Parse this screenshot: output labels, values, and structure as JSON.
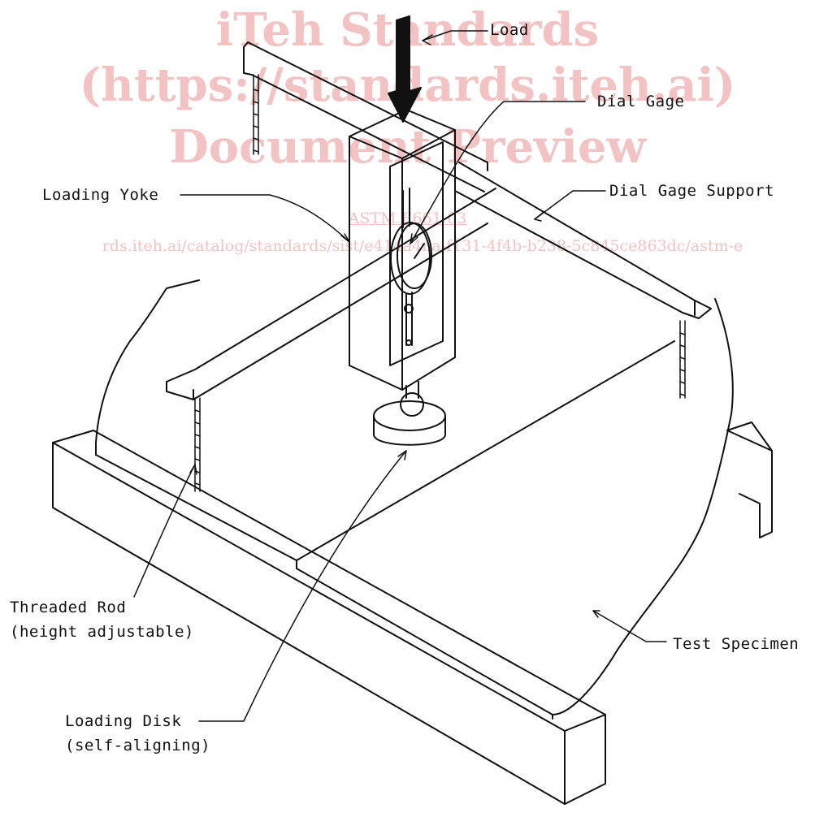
{
  "watermark": {
    "line1": "iTeh Standards",
    "line2": "(https://standards.iteh.ai)",
    "line3": "Document Preview",
    "line4": "ASTM E661-03",
    "line5": "rds.iteh.ai/catalog/standards/sist/e414a4na-f131-4f4b-b238-5c845ce863dc/astm-e"
  },
  "labels": {
    "load": "Load",
    "dial_gage": "Dial Gage",
    "dial_gage_support": "Dial Gage Support",
    "loading_yoke": "Loading Yoke",
    "threaded_rod_line1": "Threaded Rod",
    "threaded_rod_line2": "(height adjustable)",
    "test_specimen": "Test Specimen",
    "loading_disk_line1": "Loading Disk",
    "loading_disk_line2": "(self-aligning)"
  },
  "colors": {
    "ink": "#111111",
    "watermark": "#f2b8b8",
    "background": "#ffffff"
  }
}
